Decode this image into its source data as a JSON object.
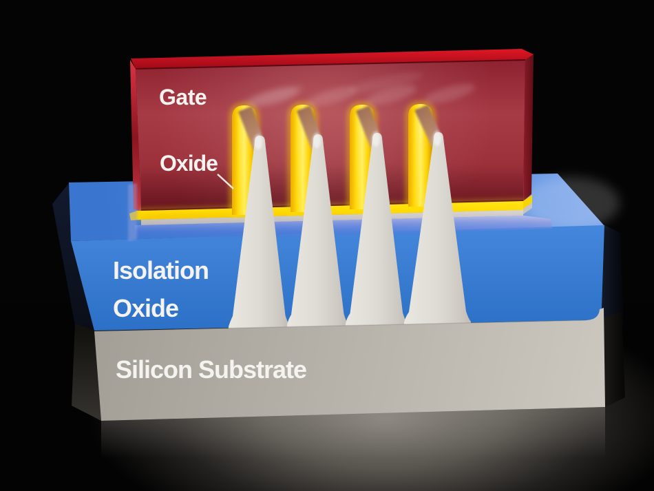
{
  "scene": {
    "type": "3d-technical-illustration",
    "subject": "FinFET transistor structure cutaway render",
    "background_color": "#040404",
    "labels": {
      "gate": "Gate",
      "gate_oxide": "Oxide",
      "isolation_line1": "Isolation",
      "isolation_line2": "Oxide",
      "substrate": "Silicon Substrate"
    },
    "structure": {
      "fin_count": 4,
      "layers_front_to_back": [
        "Silicon Substrate",
        "Isolation Oxide",
        "Gate Oxide",
        "Gate"
      ],
      "fin_material": "silicon",
      "annotation": "leader line from Oxide label to yellow gate-oxide shell on first fin"
    },
    "colors": {
      "gate_red_front": "#9e2f3a",
      "gate_red_top": "#c70f1e",
      "gate_oxide_yellow": "#ffdf00",
      "isolation_blue_front": "#2e78d2",
      "isolation_blue_top": "#4d87dc",
      "reflection_lavender": "#a9aee4",
      "substrate_gray": "#b4b0a8",
      "fin_gray": "#dbd8d1",
      "label_white": "#f4f3f0",
      "floor_glow": "#7d7972"
    }
  }
}
